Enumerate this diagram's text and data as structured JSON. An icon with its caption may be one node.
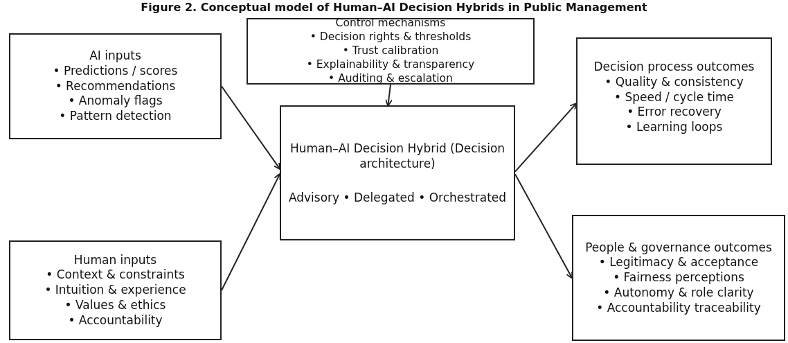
{
  "diagram": {
    "title": "Figure 2. Conceptual model of Human–AI Decision Hybrids in Public Management",
    "nodes": [
      {
        "text": [
          "Control mechanisms",
          "• Decision rights & thresholds",
          "• Trust calibration",
          "• Explainability & transparency",
          "• Auditing & escalation"
        ]
      },
      {
        "text": [
          "AI inputs",
          "• Predictions / scores",
          "• Recommendations",
          "• Anomaly flags",
          "• Pattern detection"
        ]
      },
      {
        "text": [
          "Human–AI Decision Hybrid (Decision architecture)",
          "Advisory • Delegated • Orchestrated"
        ]
      },
      {
        "text": [
          "Decision process outcomes",
          "• Quality & consistency",
          "• Speed / cycle time",
          "• Error recovery",
          "• Learning loops"
        ]
      },
      {
        "text": [
          "Human inputs",
          "• Context & constraints",
          "• Intuition & experience",
          "• Values & ethics",
          "• Accountability"
        ]
      },
      {
        "text": [
          "People & governance outcomes",
          "• Legitimacy & acceptance",
          "• Fairness perceptions",
          "• Autonomy & role clarity",
          "• Accountability traceability"
        ]
      }
    ],
    "edges": [
      {
        "from": 0,
        "to": 2,
        "arrow": "to"
      },
      {
        "from": 1,
        "to": 2,
        "arrow": "to"
      },
      {
        "from": 4,
        "to": 2,
        "arrow": "to"
      },
      {
        "from": 2,
        "to": 3,
        "arrow": "to"
      },
      {
        "from": 2,
        "to": 5,
        "arrow": "to"
      }
    ]
  }
}
